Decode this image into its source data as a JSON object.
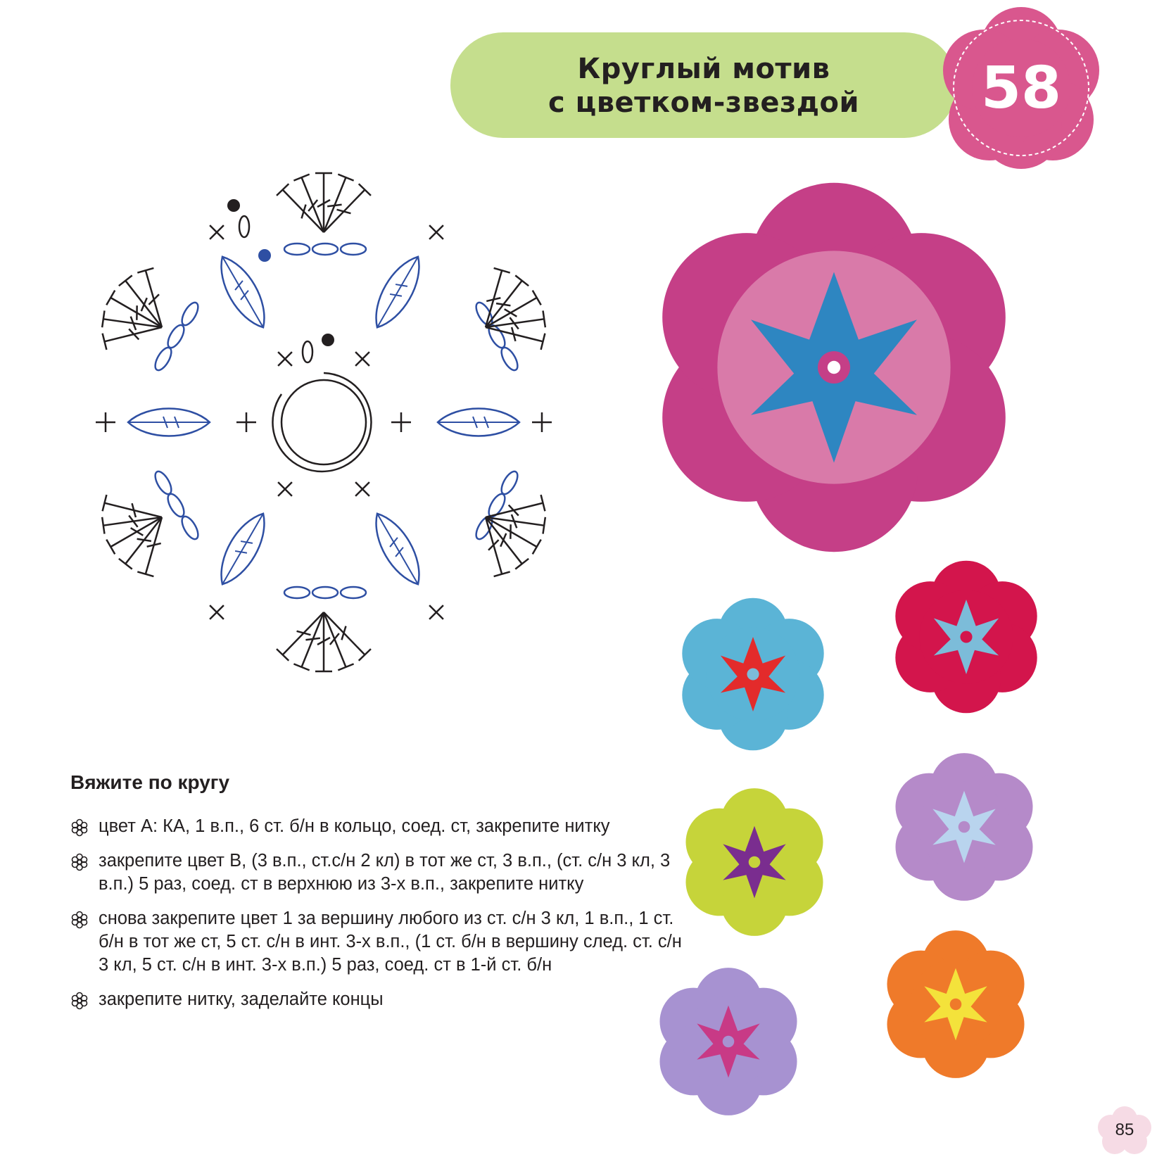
{
  "header": {
    "title_line1": "Круглый мотив",
    "title_line2": "с цветком-звездой",
    "number": "58",
    "banner_color": "#c5de8d",
    "badge_color": "#d9578e"
  },
  "diagram": {
    "description_colors": {
      "outer_round": "#231f20",
      "middle_round": "#2e4fa3"
    }
  },
  "instructions": {
    "heading": "Вяжите по кругу",
    "steps": [
      "цвет А: КА, 1 в.п., 6 ст. б/н в кольцо, соед. ст, закрепите нитку",
      "закрепите цвет B, (3 в.п., ст.с/н 2 кл) в тот же ст, 3 в.п., (ст. с/н 3 кл, 3 в.п.) 5 раз, соед. ст в верхнюю из 3-х в.п., закрепите нитку",
      "снова закрепите цвет 1 за вершину любого из ст. с/н 3 кл, 1 в.п., 1 ст. б/н в тот же ст, 5 ст. с/н в инт. 3-х в.п., (1 ст. б/н в вершину след. ст. с/н 3 кл, 5 ст. с/н в инт. 3-х в.п.) 5 раз, соед. ст в 1-й ст. б/н",
      "закрепите нитку, заделайте концы"
    ]
  },
  "photos": [
    {
      "name": "large-motif",
      "petal": "#c53f87",
      "center": "#2e86c1"
    },
    {
      "name": "motif-blue-red",
      "petal": "#5bb4d6",
      "center": "#e32b2b"
    },
    {
      "name": "motif-crimson-lightblue",
      "petal": "#d3154c",
      "center": "#7cbcd9"
    },
    {
      "name": "motif-lime-purple",
      "petal": "#c6d43a",
      "center": "#7a2d8f"
    },
    {
      "name": "motif-lilac-pale",
      "petal": "#b58ac9",
      "center": "#b9d4ee"
    },
    {
      "name": "motif-violet-magenta",
      "petal": "#a792d1",
      "center": "#c83a86"
    },
    {
      "name": "motif-orange-yellow",
      "petal": "#ef7a2a",
      "center": "#f4e23b"
    }
  ],
  "page": {
    "number": "85"
  }
}
